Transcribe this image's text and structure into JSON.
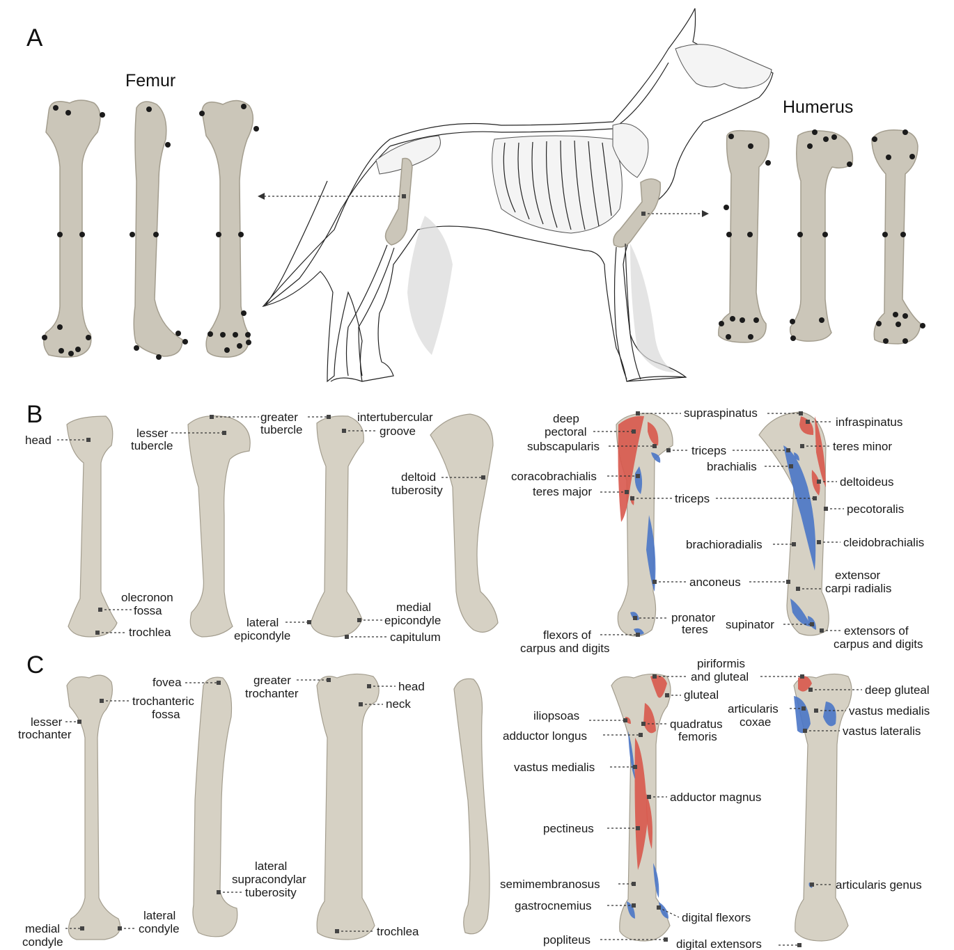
{
  "panels": {
    "a": "A",
    "b": "B",
    "c": "C"
  },
  "titles": {
    "femur": "Femur",
    "humerus": "Humerus"
  },
  "labels_b": {
    "head": "head",
    "lesser_tubercle": [
      "lesser",
      "tubercle"
    ],
    "greater_tubercle": [
      "greater",
      "tubercle"
    ],
    "intertubercular_groove": [
      "intertubercular",
      "groove"
    ],
    "deltoid_tuberosity": [
      "deltoid",
      "tuberosity"
    ],
    "olecronon_fossa": [
      "olecronon",
      "fossa"
    ],
    "trochlea": "trochlea",
    "lateral_epicondyle": [
      "lateral",
      "epicondyle"
    ],
    "medial_epicondyle": [
      "medial",
      "epicondyle"
    ],
    "capitulum": "capitulum"
  },
  "muscles_b": {
    "deep_pectoral": [
      "deep",
      "pectoral"
    ],
    "subscapularis": "subscapularis",
    "supraspinatus": "supraspinatus",
    "infraspinatus": "infraspinatus",
    "triceps_1": "triceps",
    "teres_minor": "teres minor",
    "brachialis": "brachialis",
    "coracobrachialis": "coracobrachialis",
    "deltoideus": "deltoideus",
    "teres_major": "teres major",
    "triceps_2": "triceps",
    "pecotoralis": "pecotoralis",
    "brachioradialis": "brachioradialis",
    "cleidobrachialis": "cleidobrachialis",
    "anconeus": "anconeus",
    "extensor_carpi_radialis": [
      "extensor",
      "carpi radialis"
    ],
    "pronator_teres": [
      "pronator",
      "teres"
    ],
    "supinator": "supinator",
    "flexors": [
      "flexors of",
      "carpus and digits"
    ],
    "extensors": [
      "extensors  of",
      "carpus and digits"
    ]
  },
  "labels_c": {
    "fovea": "fovea",
    "trochanteric_fossa": [
      "trochanteric",
      "fossa"
    ],
    "lesser_trochanter": [
      "lesser",
      "trochanter"
    ],
    "greater_trochanter": [
      "greater",
      "trochanter"
    ],
    "head": "head",
    "neck": "neck",
    "lateral_supracondylar": [
      "lateral",
      "supracondylar",
      "tuberosity"
    ],
    "medial_condyle": [
      "medial",
      "condyle"
    ],
    "lateral_condyle": [
      "lateral",
      "condyle"
    ],
    "trochlea": "trochlea"
  },
  "muscles_c": {
    "piriformis": [
      "piriformis",
      "and gluteal"
    ],
    "gluteal": "gluteal",
    "deep_gluteal": "deep gluteal",
    "iliopsoas": "iliopsoas",
    "quadratus_femoris": [
      "quadratus",
      "femoris"
    ],
    "articularis_coxae": [
      "articularis",
      "coxae"
    ],
    "vastus_medialis_r": "vastus medialis",
    "adductor_longus": "adductor longus",
    "vastus_lateralis": "vastus lateralis",
    "vastus_medialis_l": "vastus medialis",
    "adductor_magnus": "adductor magnus",
    "pectineus": "pectineus",
    "semimembranosus": "semimembranosus",
    "articularis_genus": "articularis genus",
    "gastrocnemius": "gastrocnemius",
    "digital_flexors": "digital flexors",
    "popliteus": "popliteus",
    "digital_extensors": "digital extensors"
  },
  "colors": {
    "bone": "#cbc6b9",
    "muscle_origin": "#d8584c",
    "muscle_insertion": "#4a76c7",
    "landmark": "#1b1b1b"
  }
}
